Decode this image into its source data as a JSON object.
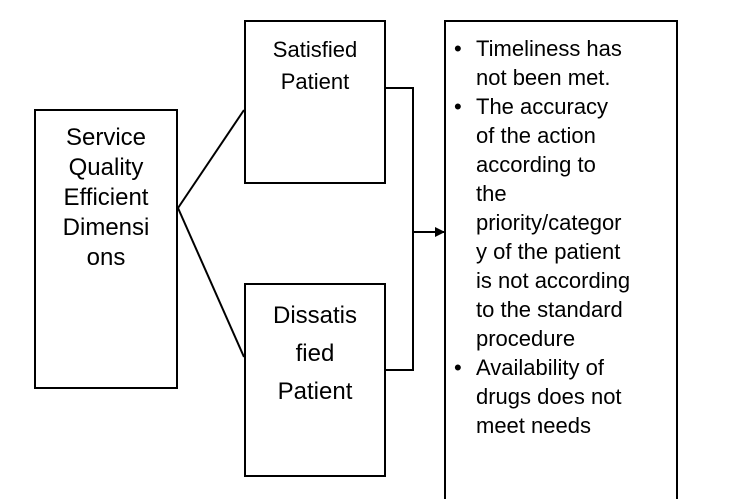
{
  "left_box": {
    "lines": [
      "Service",
      "Quality",
      "Efficient",
      "Dimensi",
      "ons"
    ]
  },
  "satisfied_box": {
    "lines": [
      "Satisfied",
      "Patient"
    ]
  },
  "dissatisfied_box": {
    "lines": [
      "Dissatis",
      "fied",
      "Patient"
    ]
  },
  "findings_box": {
    "items": [
      {
        "lines": [
          "Timeliness has",
          "not been met."
        ]
      },
      {
        "lines": [
          "The accuracy",
          "of the action",
          "according to",
          "the",
          "priority/categor",
          "y of the patient",
          "is not according",
          "to the standard",
          "procedure"
        ]
      },
      {
        "lines": [
          "Availability of",
          "drugs does not",
          "meet needs"
        ]
      }
    ]
  }
}
